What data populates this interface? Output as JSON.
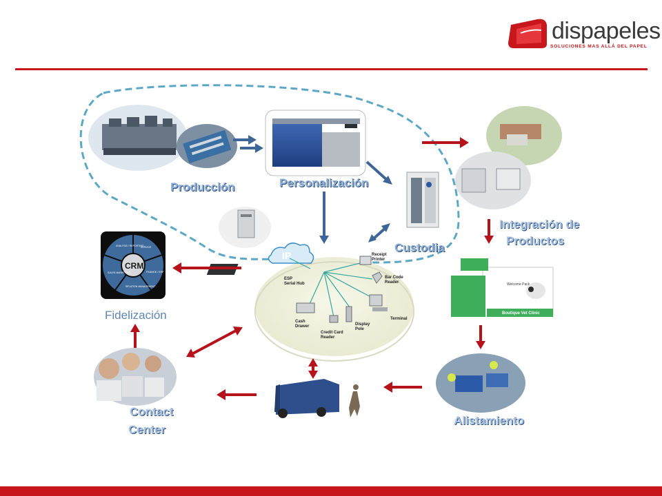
{
  "brand": {
    "name": "dispapeles",
    "tagline": "SOLUCIONES MAS ALLÁ DEL PAPEL",
    "color_red": "#c8161d",
    "color_gray": "#3a3a3a"
  },
  "stages": {
    "produccion": "Producción",
    "personalizacion": "Personalización",
    "custodia": "Custodia",
    "integracion_line1": "Integración de",
    "integracion_line2": "Productos",
    "alistamiento": "Alistamiento",
    "contact_line1": "Contact",
    "contact_line2": "Center",
    "fidelizacion": "Fidelización"
  },
  "crm": {
    "center": "CRM",
    "segments": [
      "ANALYSIS / REPORTING",
      "SERVICE",
      "FINANCE / ERP",
      "RELATION MANAGEMENT",
      "SALES MARKETING"
    ]
  },
  "network": {
    "cloud": "IP",
    "hub_line1": "ESP",
    "hub_line2": "Serial Hub",
    "receipt_line1": "Receipt",
    "receipt_line2": "Printer",
    "barcode_line1": "Bar Code",
    "barcode_line2": "Reader",
    "terminal": "Terminal",
    "display_line1": "Display",
    "display_line2": "Pole",
    "card_line1": "Credit Card",
    "card_line2": "Reader",
    "drawer_line1": "Cash",
    "drawer_line2": "Drawer"
  },
  "product": {
    "brand_text": "Boutique Vet Clinic",
    "welcome": "Welcome Pack"
  },
  "colors": {
    "arrow_red": "#b5121b",
    "arrow_blue": "#3e6597",
    "dashed_boundary": "#5aa7c6",
    "footer_red": "#c8161d"
  }
}
